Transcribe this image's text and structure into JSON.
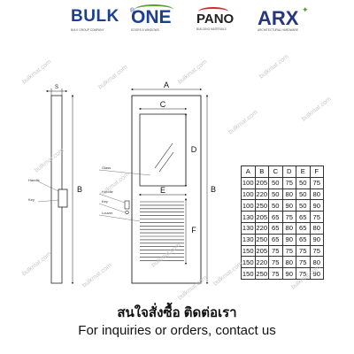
{
  "brands": [
    {
      "name": "BULK",
      "tagline": "BULK GROUP COMPANY"
    },
    {
      "name": "ONE",
      "tagline": "DOORS & WINDOWS"
    },
    {
      "name": "PANO",
      "tagline": "BUILDING MATERIALS"
    },
    {
      "name": "ARX",
      "tagline": "ARCHITECTURAL HARDWARE"
    }
  ],
  "diagram": {
    "dims": {
      "A": "A",
      "B": "B",
      "C": "C",
      "D": "D",
      "E": "E",
      "F": "F",
      "S": "S"
    },
    "side_labels": {
      "glass": "Glass",
      "handle_front": "Handle",
      "key": "Key",
      "handle_side": "Handle",
      "louver": "Louver"
    }
  },
  "table": {
    "headers": [
      "A",
      "B",
      "C",
      "D",
      "E",
      "F"
    ],
    "rows": [
      [
        "100",
        "205",
        "50",
        "75",
        "50",
        "75"
      ],
      [
        "100",
        "220",
        "50",
        "80",
        "50",
        "80"
      ],
      [
        "100",
        "250",
        "50",
        "90",
        "50",
        "90"
      ],
      [
        "130",
        "205",
        "65",
        "75",
        "65",
        "75"
      ],
      [
        "130",
        "220",
        "65",
        "80",
        "65",
        "80"
      ],
      [
        "130",
        "250",
        "65",
        "90",
        "65",
        "90"
      ],
      [
        "150",
        "205",
        "75",
        "75",
        "75",
        "75"
      ],
      [
        "150",
        "220",
        "75",
        "80",
        "75",
        "80"
      ],
      [
        "150",
        "250",
        "75",
        "90",
        "75",
        "90"
      ]
    ]
  },
  "contact": {
    "thai": "สนใจสั่งซื้อ ติดต่อเรา",
    "english": "For inquiries or orders, contact us"
  },
  "watermark": "bulkmat.com"
}
